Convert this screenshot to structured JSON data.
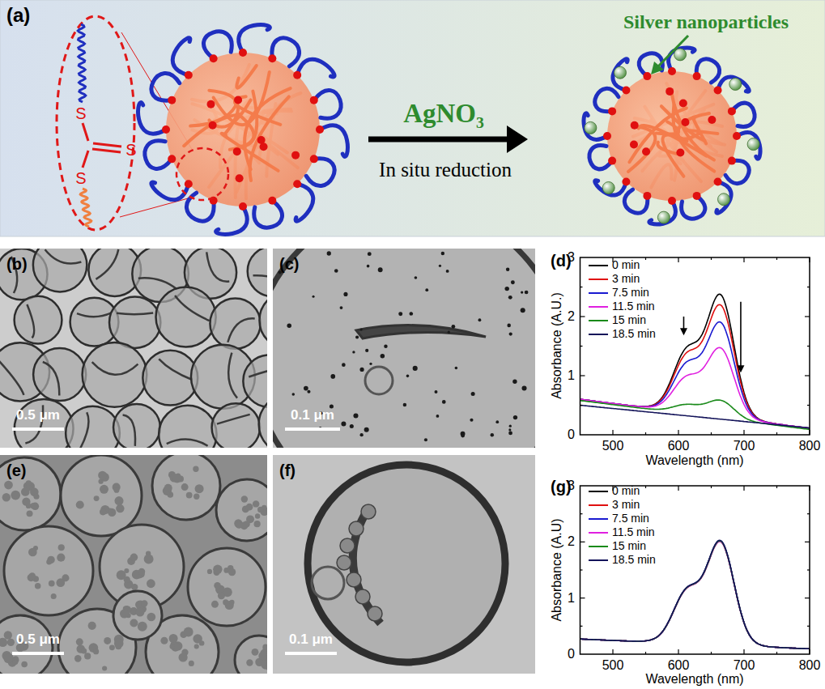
{
  "diagram": {
    "nodes": [
      {
        "text": [
          "(a)"
        ]
      },
      {
        "text": [
          "(b)"
        ]
      },
      {
        "text": [
          "(c)"
        ]
      },
      {
        "text": [
          "(d)"
        ]
      },
      {
        "text": [
          "(e)"
        ]
      },
      {
        "text": [
          "(f)"
        ]
      },
      {
        "text": [
          "(g)"
        ]
      }
    ],
    "labels": [
      "Silver nanoparticles",
      "S",
      "S",
      "S",
      "AgNO₃",
      "In situ reduction",
      "0.5 μm",
      "0.1 μm",
      "3",
      "2",
      "1",
      "0",
      "500",
      "600",
      "700",
      "800",
      "Wavelength (nm)",
      "Absorbance (A.U.)",
      "0.5 μm",
      "0.1 μm",
      "3",
      "2",
      "1",
      "0",
      "500",
      "600",
      "700",
      "800",
      "Wavelength (nm)",
      "Absorbance (A.U)"
    ],
    "legend": [
      {
        "text": "0 min"
      },
      {
        "text": "3 min"
      },
      {
        "text": "7.5 min"
      },
      {
        "text": "11.5 min"
      },
      {
        "text": "15 min"
      },
      {
        "text": "18.5 min"
      },
      {
        "text": "0 min"
      },
      {
        "text": "3 min"
      },
      {
        "text": "7.5 min"
      },
      {
        "text": "11.5 min"
      },
      {
        "text": "15 min"
      },
      {
        "text": "18.5 min"
      }
    ]
  }
}
